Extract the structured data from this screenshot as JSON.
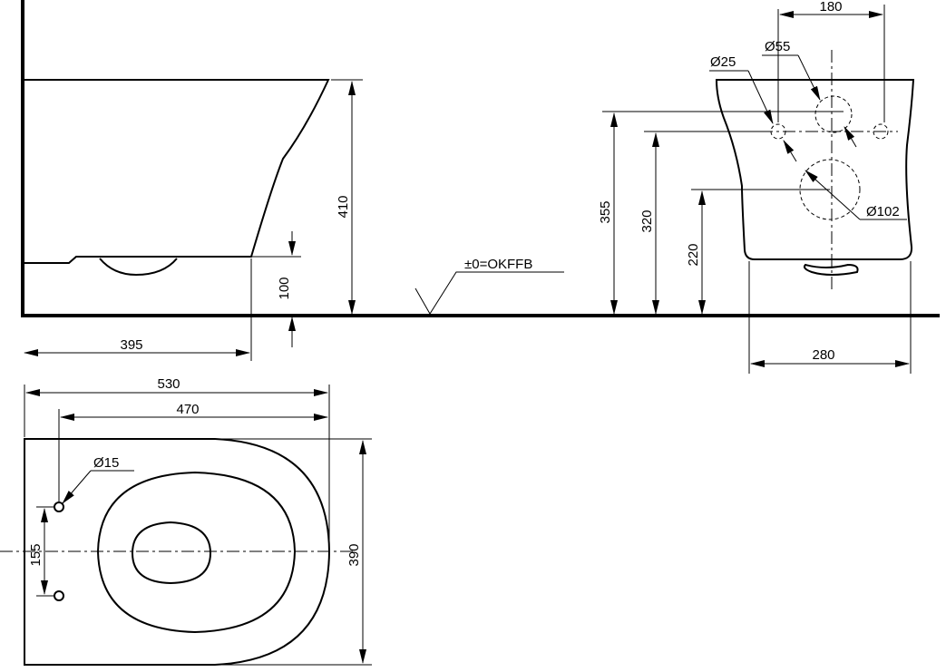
{
  "colors": {
    "line": "#000000",
    "background": "#ffffff"
  },
  "reference_level": "±0=OKFFB",
  "side_view": {
    "height": "410",
    "outlet_height": "100",
    "projection": "395"
  },
  "rear_view": {
    "hole_spacing": "180",
    "inlet_diameter": "Ø55",
    "bolt_diameter": "Ø25",
    "outlet_diameter": "Ø102",
    "bolt_height": "355",
    "inlet_height": "320",
    "outlet_height": "220",
    "width": "280"
  },
  "top_view": {
    "length": "530",
    "hole_to_front": "470",
    "hole_diameter": "Ø15",
    "hole_spacing": "155",
    "width": "390"
  }
}
